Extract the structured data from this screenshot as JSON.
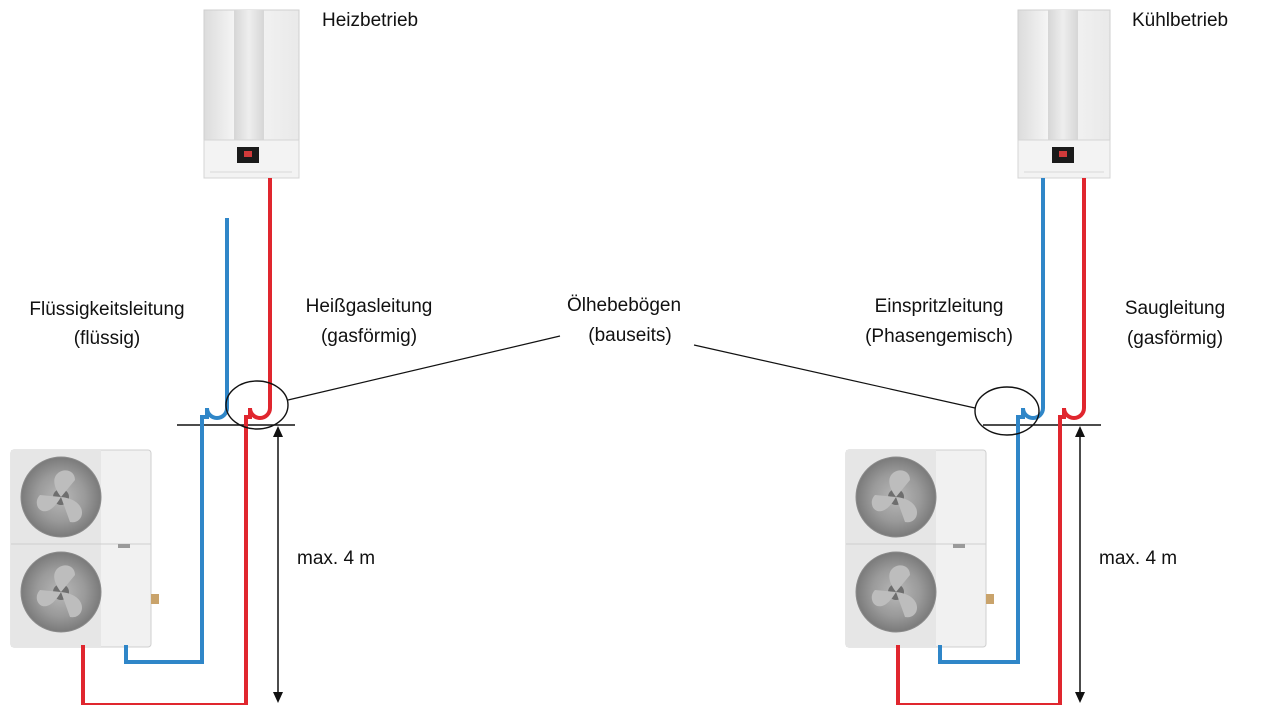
{
  "left": {
    "mode": "Heizbetrieb",
    "line_left": "Flüssigkeitsleitung",
    "line_left_state": "(flüssig)",
    "line_right": "Heißgasleitung",
    "line_right_state": "(gasförmig)",
    "height": "max. 4 m"
  },
  "right": {
    "mode": "Kühlbetrieb",
    "line_left": "Einspritzleitung",
    "line_left_state": "(Phasengemisch)",
    "line_right": "Saugleitung",
    "line_right_state": "(gasförmig)",
    "height": "max. 4 m"
  },
  "center": {
    "title": "Ölhebebögen",
    "subtitle": "(bauseits)"
  },
  "colors": {
    "liquid_pipe": "#2f86c8",
    "gas_pipe": "#e0262e",
    "annotation": "#111111"
  }
}
